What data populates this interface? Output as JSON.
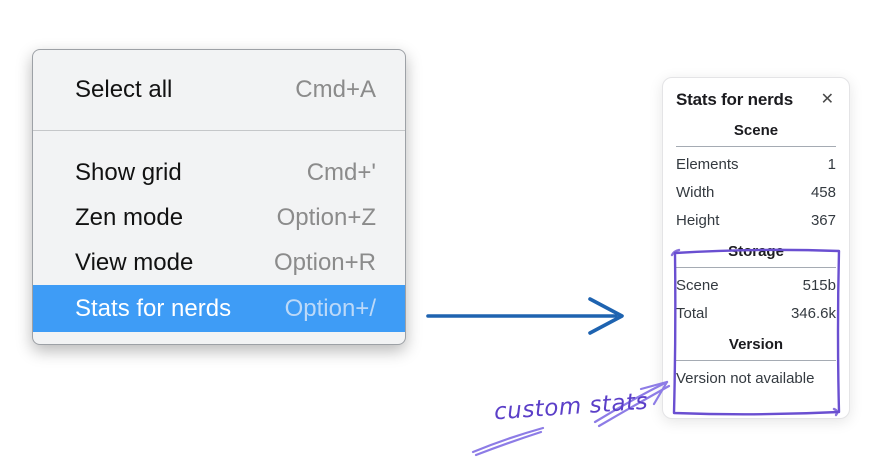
{
  "colors": {
    "menu-bg": "#f2f3f4",
    "menu-border": "#9da1a6",
    "menu-text": "#121212",
    "menu-shortcut": "#8b8b8b",
    "highlight-bg": "#3e9cf6",
    "highlight-text": "#ffffff",
    "highlight-shortcut": "#bcd9f8",
    "separator": "#c5c7c9",
    "panel-bg": "#ffffff",
    "panel-border": "#e4e4e6",
    "panel-text": "#343a40",
    "panel-heading": "#1b1b1f",
    "divider": "#a5abb3",
    "arrow-blue": "#1e63b0",
    "annotation-purple": "#5b3fc8",
    "annotation-stroke": "#8d7ce6",
    "annotation-rect": "#6a4fd1"
  },
  "menu": {
    "sections": [
      {
        "items": [
          {
            "label": "Select all",
            "shortcut": "Cmd+A"
          }
        ]
      },
      {
        "items": [
          {
            "label": "Show grid",
            "shortcut": "Cmd+'"
          },
          {
            "label": "Zen mode",
            "shortcut": "Option+Z"
          },
          {
            "label": "View mode",
            "shortcut": "Option+R"
          },
          {
            "label": "Stats for nerds",
            "shortcut": "Option+/",
            "highlighted": true
          }
        ]
      }
    ]
  },
  "panel": {
    "title": "Stats for nerds",
    "close_icon": "✕",
    "sections": [
      {
        "heading": "Scene",
        "rows": [
          {
            "label": "Elements",
            "value": "1"
          },
          {
            "label": "Width",
            "value": "458"
          },
          {
            "label": "Height",
            "value": "367"
          }
        ]
      },
      {
        "heading": "Storage",
        "rows": [
          {
            "label": "Scene",
            "value": "515b"
          },
          {
            "label": "Total",
            "value": "346.6k"
          }
        ]
      },
      {
        "heading": "Version",
        "note": "Version not available"
      }
    ]
  },
  "annotation": {
    "label": "custom stats"
  }
}
